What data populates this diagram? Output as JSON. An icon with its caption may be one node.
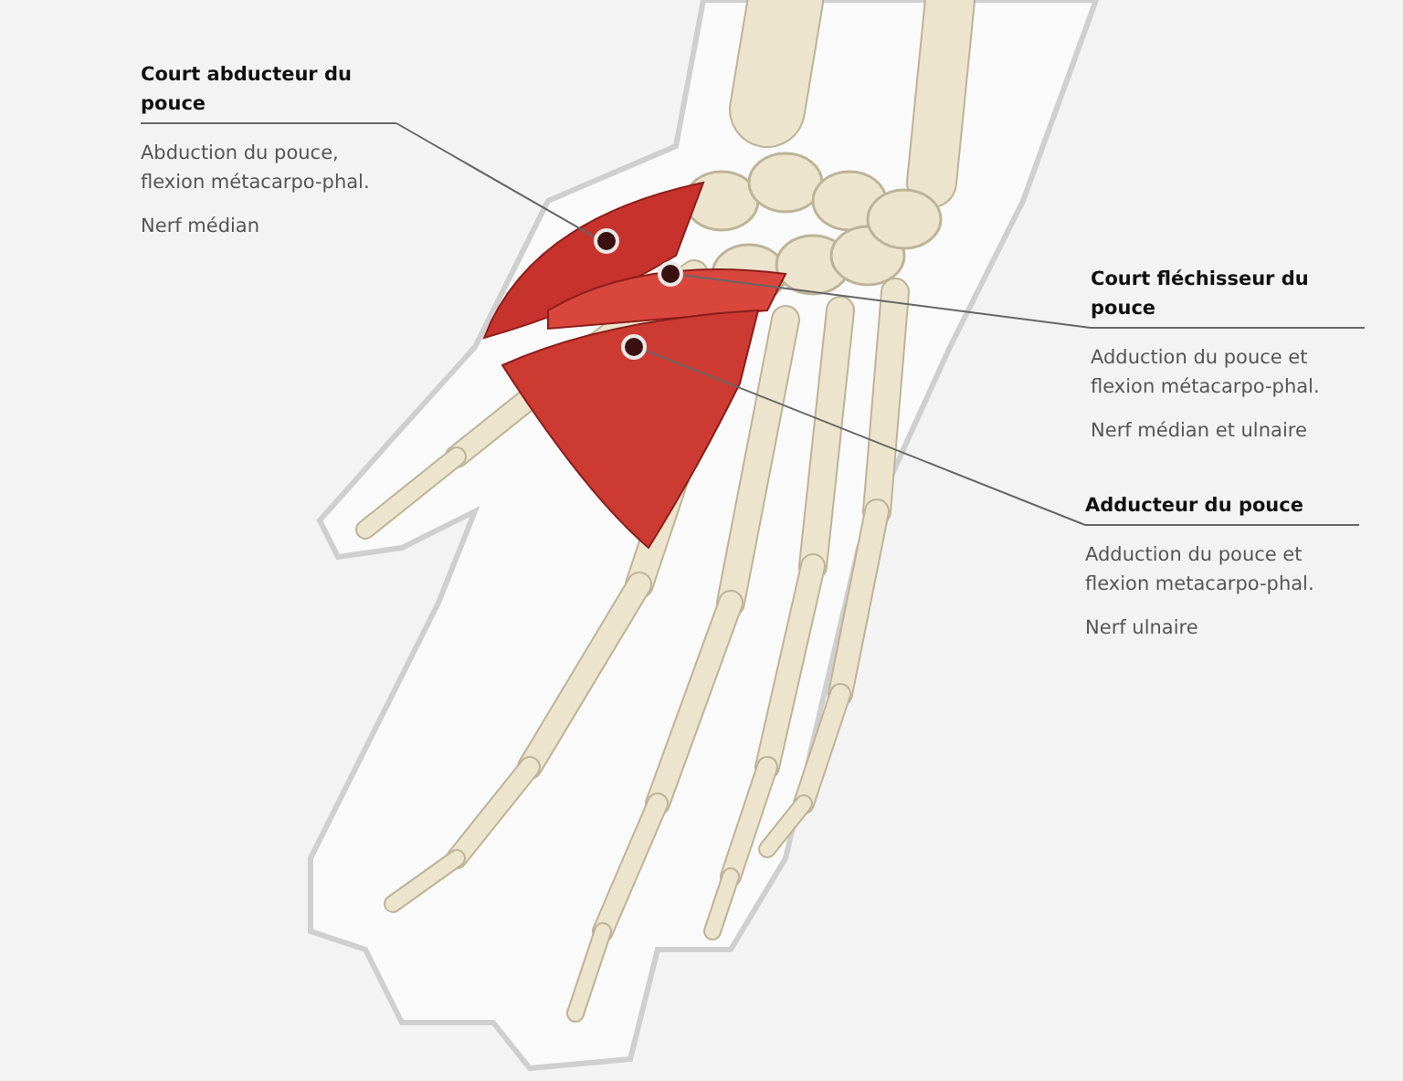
{
  "diagram": {
    "nodes": [
      {
        "text": [
          "Court abducteur du pouce",
          "Abduction du pouce, flexion métacarpo-phal.",
          "Nerf médian"
        ]
      },
      {
        "text": [],
        "shape": "circle"
      },
      {
        "text": [
          "Court fléchisseur du pouce",
          "Adduction du pouce et flexion métacarpo-phal.",
          "Nerf médian et ulnaire"
        ]
      },
      {
        "text": [],
        "shape": "circle"
      },
      {
        "text": [
          "Adducteur du pouce",
          "Adduction du pouce et flexion metacarpo-phal.",
          "Nerf ulnaire"
        ]
      },
      {
        "text": [],
        "shape": "circle"
      }
    ],
    "edges": [
      {
        "from": 0,
        "to": 1,
        "arrow": "none"
      },
      {
        "from": 2,
        "to": 3,
        "arrow": "none"
      },
      {
        "from": 4,
        "to": 5,
        "arrow": "none"
      }
    ]
  }
}
